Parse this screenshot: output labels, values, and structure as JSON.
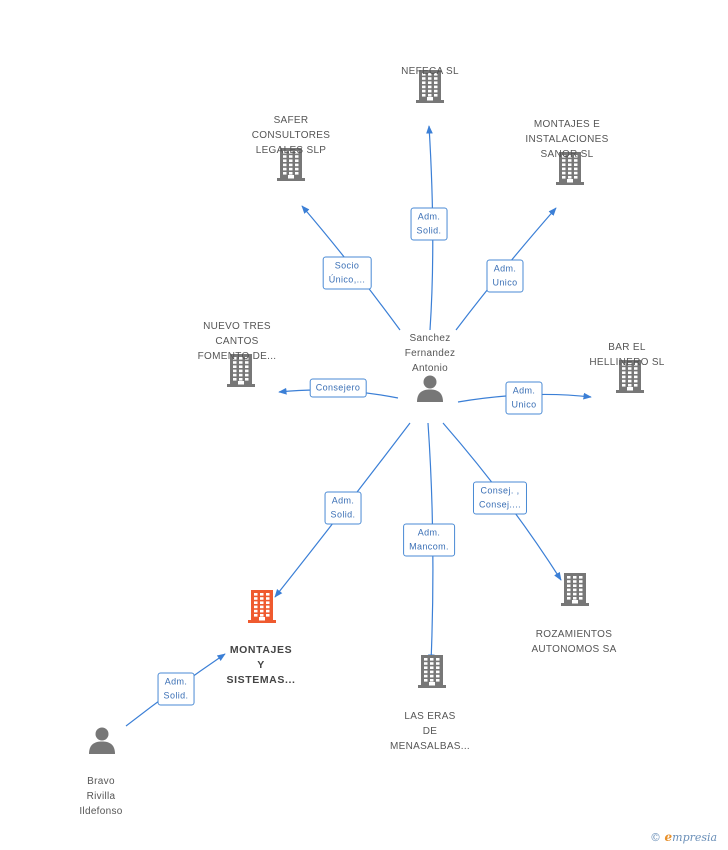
{
  "colors": {
    "edge": "#3b7fd6",
    "building": "#777777",
    "building_highlight": "#ef5a2f",
    "person": "#777777",
    "edge_label_border": "#4a8ad4"
  },
  "center": {
    "id": "sanchez",
    "name": [
      "Sanchez",
      "Fernandez",
      "Antonio"
    ],
    "icon": "person-icon"
  },
  "companies": [
    {
      "id": "nefeca",
      "name": [
        "NEFECA SL"
      ],
      "icon": "building-icon"
    },
    {
      "id": "safer",
      "name": [
        "SAFER",
        "CONSULTORES",
        "LEGALES SLP"
      ],
      "icon": "building-icon"
    },
    {
      "id": "montajes_inst",
      "name": [
        "MONTAJES E",
        "INSTALACIONES",
        "SANOR SL"
      ],
      "icon": "building-icon"
    },
    {
      "id": "nuevo",
      "name": [
        "NUEVO TRES",
        "CANTOS",
        "FOMENTO DE..."
      ],
      "icon": "building-icon"
    },
    {
      "id": "bar",
      "name": [
        "BAR EL",
        "HELLINERO SL"
      ],
      "icon": "building-icon"
    },
    {
      "id": "montajes_sis",
      "name": [
        "MONTAJES",
        "Y",
        "SISTEMAS..."
      ],
      "icon": "building-icon",
      "highlight": true
    },
    {
      "id": "rozamientos",
      "name": [
        "ROZAMIENTOS",
        "AUTONOMOS SA"
      ],
      "icon": "building-icon"
    },
    {
      "id": "laseras",
      "name": [
        "LAS ERAS",
        "DE",
        "MENASALBAS..."
      ],
      "icon": "building-icon"
    }
  ],
  "people": [
    {
      "id": "bravo",
      "name": [
        "Bravo",
        "Rivilla",
        "Ildefonso"
      ],
      "icon": "person-icon"
    }
  ],
  "edges": [
    {
      "from": "sanchez",
      "to": "nefeca",
      "label": [
        "Adm.",
        "Solid."
      ]
    },
    {
      "from": "sanchez",
      "to": "safer",
      "label": [
        "Socio",
        "Único,..."
      ]
    },
    {
      "from": "sanchez",
      "to": "montajes_inst",
      "label": [
        "Adm.",
        "Unico"
      ]
    },
    {
      "from": "sanchez",
      "to": "nuevo",
      "label": [
        "Consejero"
      ]
    },
    {
      "from": "sanchez",
      "to": "bar",
      "label": [
        "Adm.",
        "Unico"
      ]
    },
    {
      "from": "sanchez",
      "to": "montajes_sis",
      "label": [
        "Adm.",
        "Solid."
      ]
    },
    {
      "from": "sanchez",
      "to": "laseras",
      "label": [
        "Adm.",
        "Mancom."
      ]
    },
    {
      "from": "sanchez",
      "to": "rozamientos",
      "label": [
        "Consej. ,",
        "Consej...."
      ]
    },
    {
      "from": "bravo",
      "to": "montajes_sis",
      "label": [
        "Adm.",
        "Solid."
      ]
    }
  ],
  "brand": {
    "symbol": "©",
    "initial": "e",
    "rest": "mpresia"
  }
}
